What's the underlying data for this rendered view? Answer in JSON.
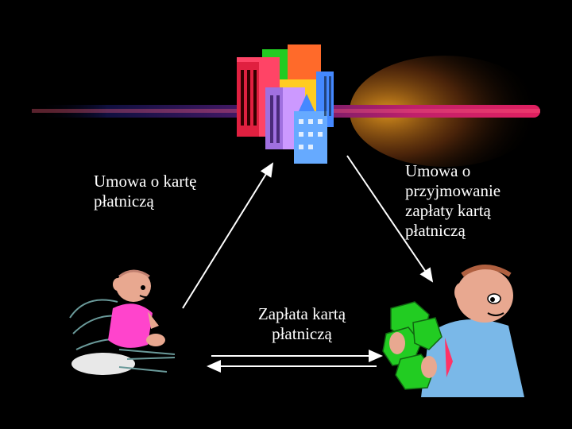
{
  "slide": {
    "background": "#000000",
    "label_left": "Umowa o kartę płatniczą",
    "label_right": "Umowa o przyjmowanie zapłaty kartą płatniczą",
    "label_bottom": "Zapłata kartą płatniczą"
  },
  "icons": {
    "bank": "office-buildings-icon",
    "cardholder": "running-man-icon",
    "merchant": "man-holding-money-icon"
  },
  "colors": {
    "streak": "#a0205a",
    "streak_glow": "#f0a020",
    "arrow": "#ffffff",
    "shirt_left": "#ff44cc",
    "money": "#22cc22"
  }
}
